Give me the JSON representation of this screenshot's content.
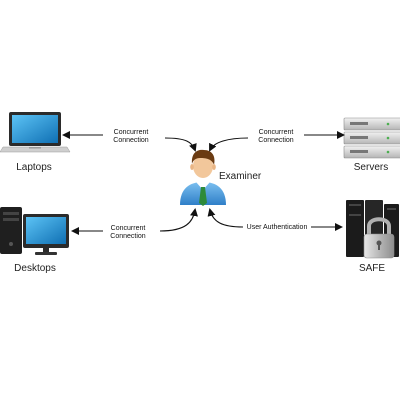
{
  "nodes": {
    "laptops": {
      "label": "Laptops"
    },
    "servers": {
      "label": "Servers"
    },
    "examiner": {
      "label": "Examiner"
    },
    "desktops": {
      "label": "Desktops"
    },
    "safe": {
      "label": "SAFE"
    }
  },
  "edges": {
    "laptops_examiner": {
      "line1": "Concurrent",
      "line2": "Connection"
    },
    "servers_examiner": {
      "line1": "Concurrent",
      "line2": "Connection"
    },
    "desktops_examiner": {
      "line1": "Concurrent",
      "line2": "Connection"
    },
    "safe_examiner": {
      "label": "User Authentication"
    }
  },
  "colors": {
    "arrow": "#111111",
    "screen_blue": "#1a8fd6",
    "shirt_blue": "#4fa3e0",
    "tie_green": "#2e8b3a",
    "skin": "#f2c79b",
    "hair": "#6b3b12",
    "server_silver": "#d9d9d9",
    "safe_black": "#1b1b1b",
    "lock_silver": "#c9c9c9"
  }
}
